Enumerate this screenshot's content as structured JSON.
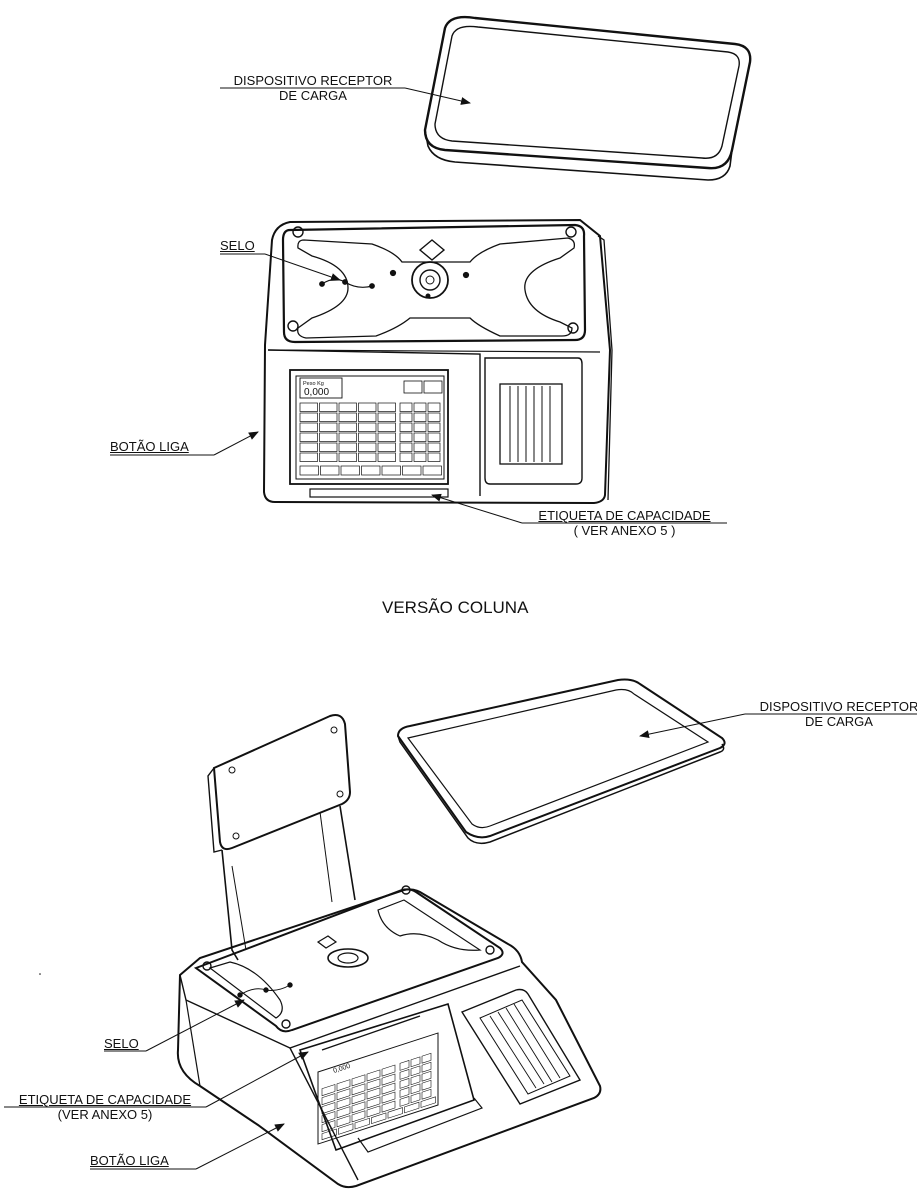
{
  "top_view": {
    "receptor_label_line1": "DISPOSITIVO RECEPTOR",
    "receptor_label_line2": "DE CARGA",
    "selo_label": "SELO",
    "botao_label": "BOTÃO LIGA",
    "etiqueta_label_line1": "ETIQUETA DE CAPACIDADE",
    "etiqueta_label_line2": "( VER ANEXO 5 )",
    "screen": {
      "weight_caption": "Peso  Kg",
      "weight_value": "0,000"
    }
  },
  "section_title": "VERSÃO COLUNA",
  "column_view": {
    "receptor_label_line1": "DISPOSITIVO RECEPTOR",
    "receptor_label_line2": "DE CARGA",
    "selo_label": "SELO",
    "etiqueta_label_line1": "ETIQUETA DE CAPACIDADE",
    "etiqueta_label_line2": "(VER ANEXO 5)",
    "botao_label": "BOTÃO LIGA",
    "screen": {
      "weight_value": "0,000"
    }
  }
}
